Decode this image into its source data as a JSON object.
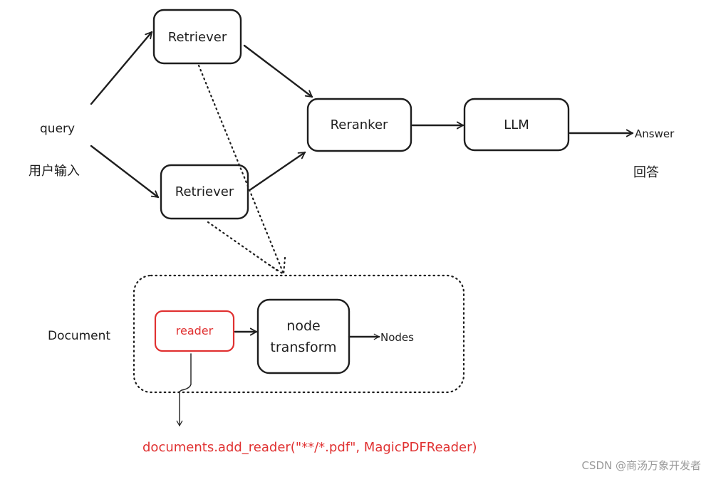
{
  "nodes": {
    "retriever_top": "Retriever",
    "retriever_bottom": "Retriever",
    "reranker": "Reranker",
    "llm": "LLM",
    "reader": "reader",
    "node_transform_line1": "node",
    "node_transform_line2": "transform"
  },
  "labels": {
    "query": "query",
    "query_cn": "用户输入",
    "answer": "Answer",
    "answer_cn": "回答",
    "document": "Document",
    "nodes": "Nodes"
  },
  "code_note": "documents.add_reader(\"**/*.pdf\", MagicPDFReader)",
  "watermark": "CSDN @商汤万象开发者",
  "colors": {
    "stroke": "#1e1e1e",
    "highlight": "#e03131",
    "watermark": "#9a9a9a"
  }
}
